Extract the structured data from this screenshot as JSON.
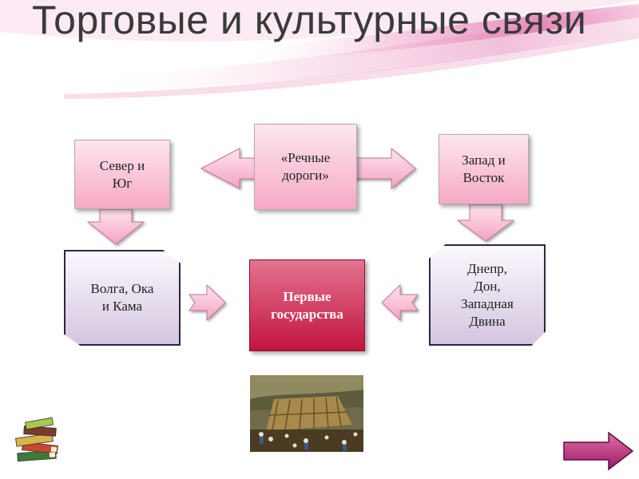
{
  "slide": {
    "title": "Торговые и культурные связи"
  },
  "boxes": {
    "north_south": "Север и\nЮг",
    "river_roads": "«Речные\nдороги»",
    "west_east": "Запад и\nВосток",
    "volga": "Волга, Ока\nи Кама",
    "first_states": "Первые\nгосударства",
    "dnepr": "Днепр,\nДон,\nЗападная\nДвина"
  },
  "colors": {
    "pink_light": "#fde6ee",
    "pink": "#f6a9c6",
    "crimson": "#c2143f",
    "lavender": "#d4c6e0",
    "title_text": "#3a3a3a"
  },
  "icons": [
    "books-icon",
    "next-arrow-icon"
  ]
}
